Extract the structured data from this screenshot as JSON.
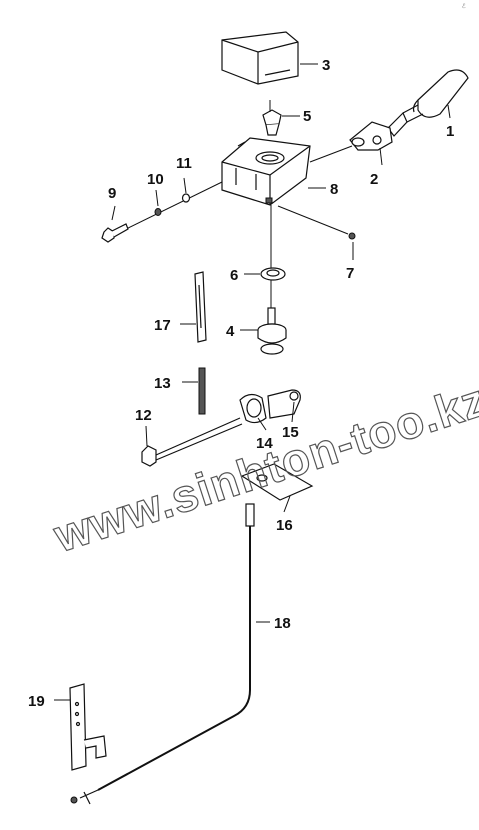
{
  "diagram": {
    "corner_mark": "ℰ  ",
    "watermark": "www.sinhton-too.kz",
    "callouts": [
      {
        "id": "c1",
        "label": "1"
      },
      {
        "id": "c2",
        "label": "2"
      },
      {
        "id": "c3",
        "label": "3"
      },
      {
        "id": "c4",
        "label": "4"
      },
      {
        "id": "c5",
        "label": "5"
      },
      {
        "id": "c6",
        "label": "6"
      },
      {
        "id": "c7",
        "label": "7"
      },
      {
        "id": "c8",
        "label": "8"
      },
      {
        "id": "c9",
        "label": "9"
      },
      {
        "id": "c10",
        "label": "10"
      },
      {
        "id": "c11",
        "label": "11"
      },
      {
        "id": "c12",
        "label": "12"
      },
      {
        "id": "c13",
        "label": "13"
      },
      {
        "id": "c14",
        "label": "14"
      },
      {
        "id": "c15",
        "label": "15"
      },
      {
        "id": "c16",
        "label": "16"
      },
      {
        "id": "c17",
        "label": "17"
      },
      {
        "id": "c18",
        "label": "18"
      },
      {
        "id": "c19",
        "label": "19"
      }
    ]
  }
}
